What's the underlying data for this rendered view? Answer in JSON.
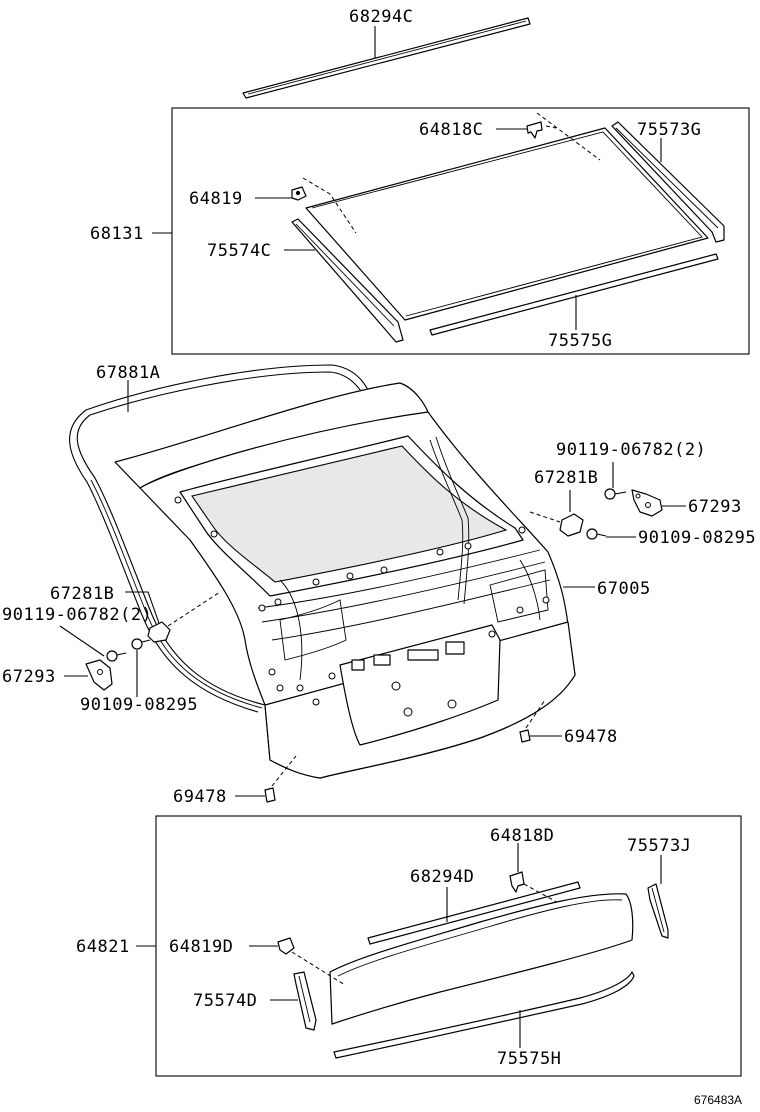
{
  "catalog_number": "676483A",
  "parts": {
    "p68294C": "68294C",
    "p64818C": "64818C",
    "p75573G": "75573G",
    "p64819": "64819",
    "p68131": "68131",
    "p75574C": "75574C",
    "p75575G": "75575G",
    "p67881A": "67881A",
    "p90119_06782_2_right": "90119-06782(2)",
    "p67281B_right": "67281B",
    "p67293_right": "67293",
    "p90109_08295_right": "90109-08295",
    "p67005": "67005",
    "p67281B_left": "67281B",
    "p90119_06782_2_left": "90119-06782(2)",
    "p67293_left": "67293",
    "p90109_08295_left": "90109-08295",
    "p69478_right": "69478",
    "p69478_left": "69478",
    "p64818D": "64818D",
    "p75573J": "75573J",
    "p68294D": "68294D",
    "p64821": "64821",
    "p64819D": "64819D",
    "p75574D": "75574D",
    "p75575H": "75575H"
  }
}
